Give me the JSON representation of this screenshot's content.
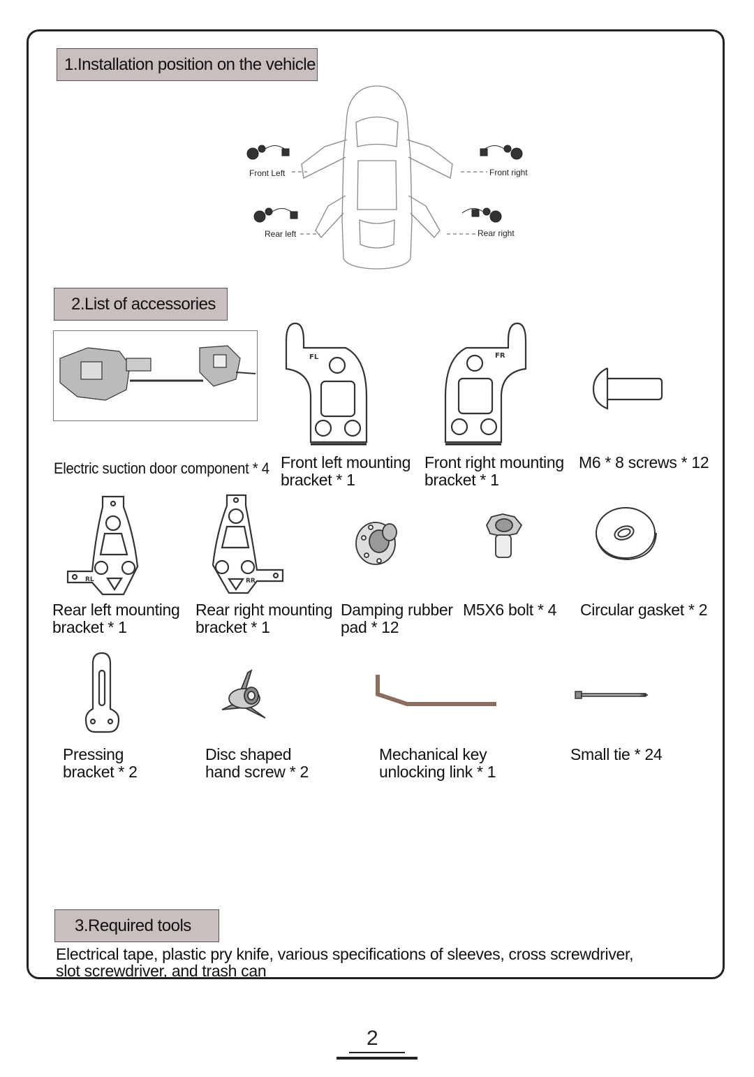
{
  "section1": {
    "title": "1.Installation position on the vehicle"
  },
  "vehicle": {
    "front_left": "Front Left",
    "front_right": "Front right",
    "rear_left": "Rear left",
    "rear_right": "Rear right"
  },
  "section2": {
    "title": "2.List of accessories",
    "items": [
      {
        "line1": "Electric suction door component * 4",
        "line2": ""
      },
      {
        "line1": "Front left mounting",
        "line2": "bracket * 1",
        "mark": "FL"
      },
      {
        "line1": "Front right mounting",
        "line2": "bracket * 1",
        "mark": "FR"
      },
      {
        "line1": "M6 * 8 screws * 12",
        "line2": ""
      },
      {
        "line1": "Rear left mounting",
        "line2": "bracket * 1",
        "mark": "RL"
      },
      {
        "line1": "Rear right mounting",
        "line2": "bracket * 1",
        "mark": "RR"
      },
      {
        "line1": "Damping rubber",
        "line2": "pad * 12"
      },
      {
        "line1": "M5X6 bolt * 4",
        "line2": ""
      },
      {
        "line1": "Circular gasket * 2",
        "line2": ""
      },
      {
        "line1": "Pressing",
        "line2": "bracket * 2"
      },
      {
        "line1": "Disc shaped",
        "line2": "hand screw * 2"
      },
      {
        "line1": "Mechanical key",
        "line2": "unlocking link * 1"
      },
      {
        "line1": "Small tie * 24",
        "line2": ""
      }
    ]
  },
  "section3": {
    "title": "3.Required tools",
    "line1": "Electrical tape, plastic pry knife, various specifications of sleeves, cross screwdriver,",
    "line2": "slot screwdriver, and trash can"
  },
  "page_number": "2",
  "colors": {
    "header_bg": "#c9bfbf",
    "border": "#222222",
    "key_brown": "#8a6d5e"
  }
}
